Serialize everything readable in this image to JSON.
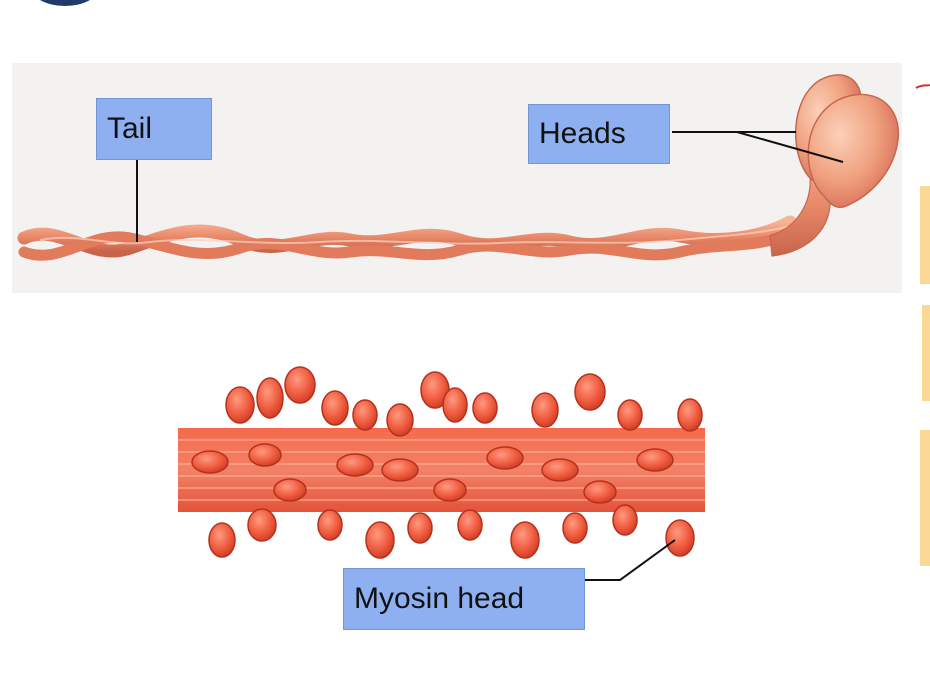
{
  "labels": {
    "tail": "Tail",
    "heads": "Heads",
    "myosin_head": "Myosin head"
  },
  "colors": {
    "top_panel_bg": "#f3f2f1",
    "myosin_light": "#f2a585",
    "myosin_dark": "#d8654a",
    "filament": "#ef6a4e",
    "filament_dark": "#d9442b",
    "label_fill": "#8fb0f0",
    "label_border": "#7496d8",
    "side_bar": "#fbd896"
  }
}
